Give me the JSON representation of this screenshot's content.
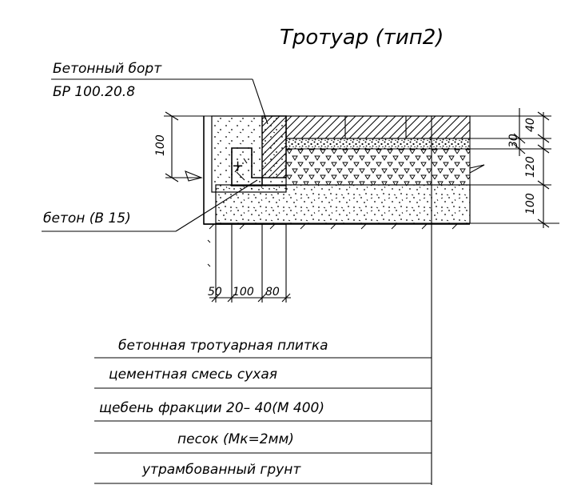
{
  "title": "Тротуар (тип2)",
  "callouts": {
    "curb_name": "Бетонный борт",
    "curb_code": "БР 100.20.8",
    "concrete": "бетон (В 15)"
  },
  "dimensions": {
    "curb_height": "100",
    "right_30": "30",
    "right_40": "40",
    "right_120": "120",
    "right_100": "100",
    "bottom_50": "50",
    "bottom_100": "100",
    "bottom_80": "80"
  },
  "layers": [
    {
      "label": "бетонная тротуарная плитка"
    },
    {
      "label": "цементная смесь сухая"
    },
    {
      "label": "щебень фракции 20– 40(М 400)"
    },
    {
      "label": "песок (Мк=2мм)"
    },
    {
      "label": "утрамбованный грунт"
    }
  ]
}
